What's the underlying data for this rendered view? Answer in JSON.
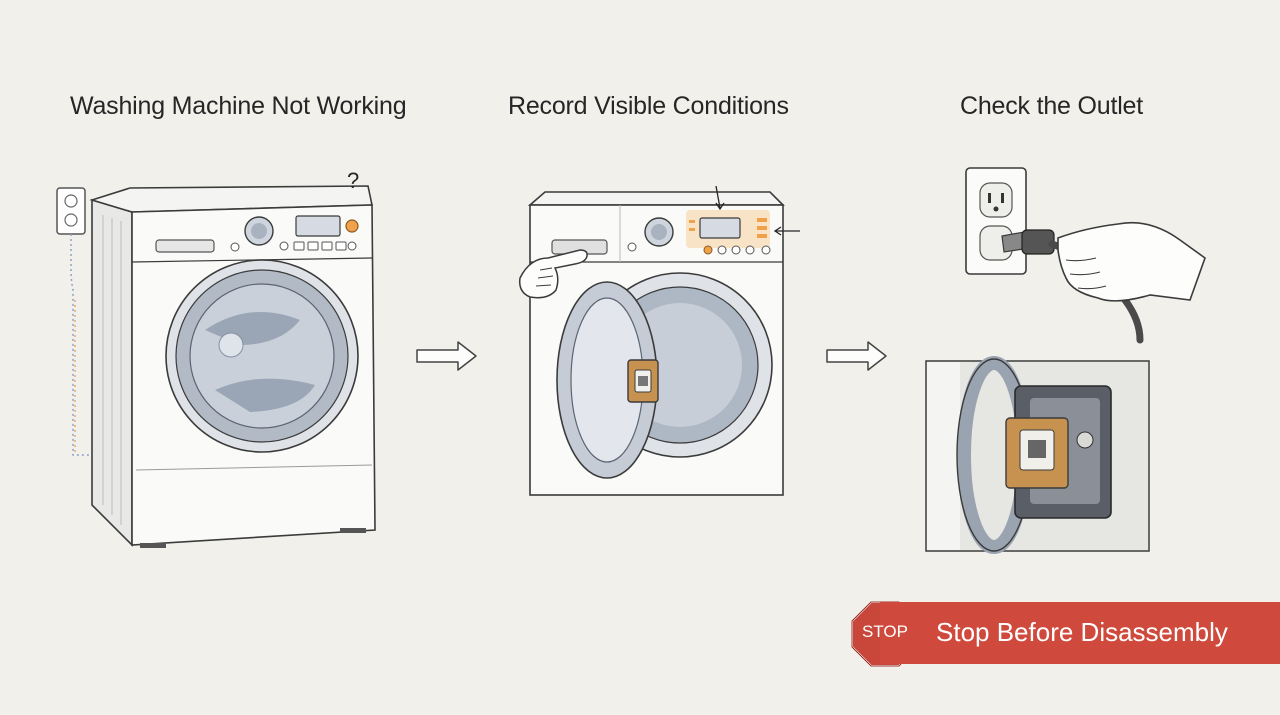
{
  "steps": [
    {
      "title": "Washing Machine Not Working"
    },
    {
      "title": "Record Visible Conditions"
    },
    {
      "title": "Check the Outlet"
    }
  ],
  "question_mark": "?",
  "warning": {
    "sign_text": "STOP",
    "label": "Stop Before Disassembly"
  },
  "colors": {
    "background": "#f1f0eb",
    "banner": "#cf4a3c",
    "highlight": "#f0a24a",
    "drum": "#9aa6b6",
    "line": "#3b3b3b"
  },
  "icons": [
    "outlet-icon",
    "arrow-right-icon",
    "pointing-hand-icon",
    "plug-hand-icon",
    "door-latch-icon",
    "stop-sign-icon"
  ]
}
